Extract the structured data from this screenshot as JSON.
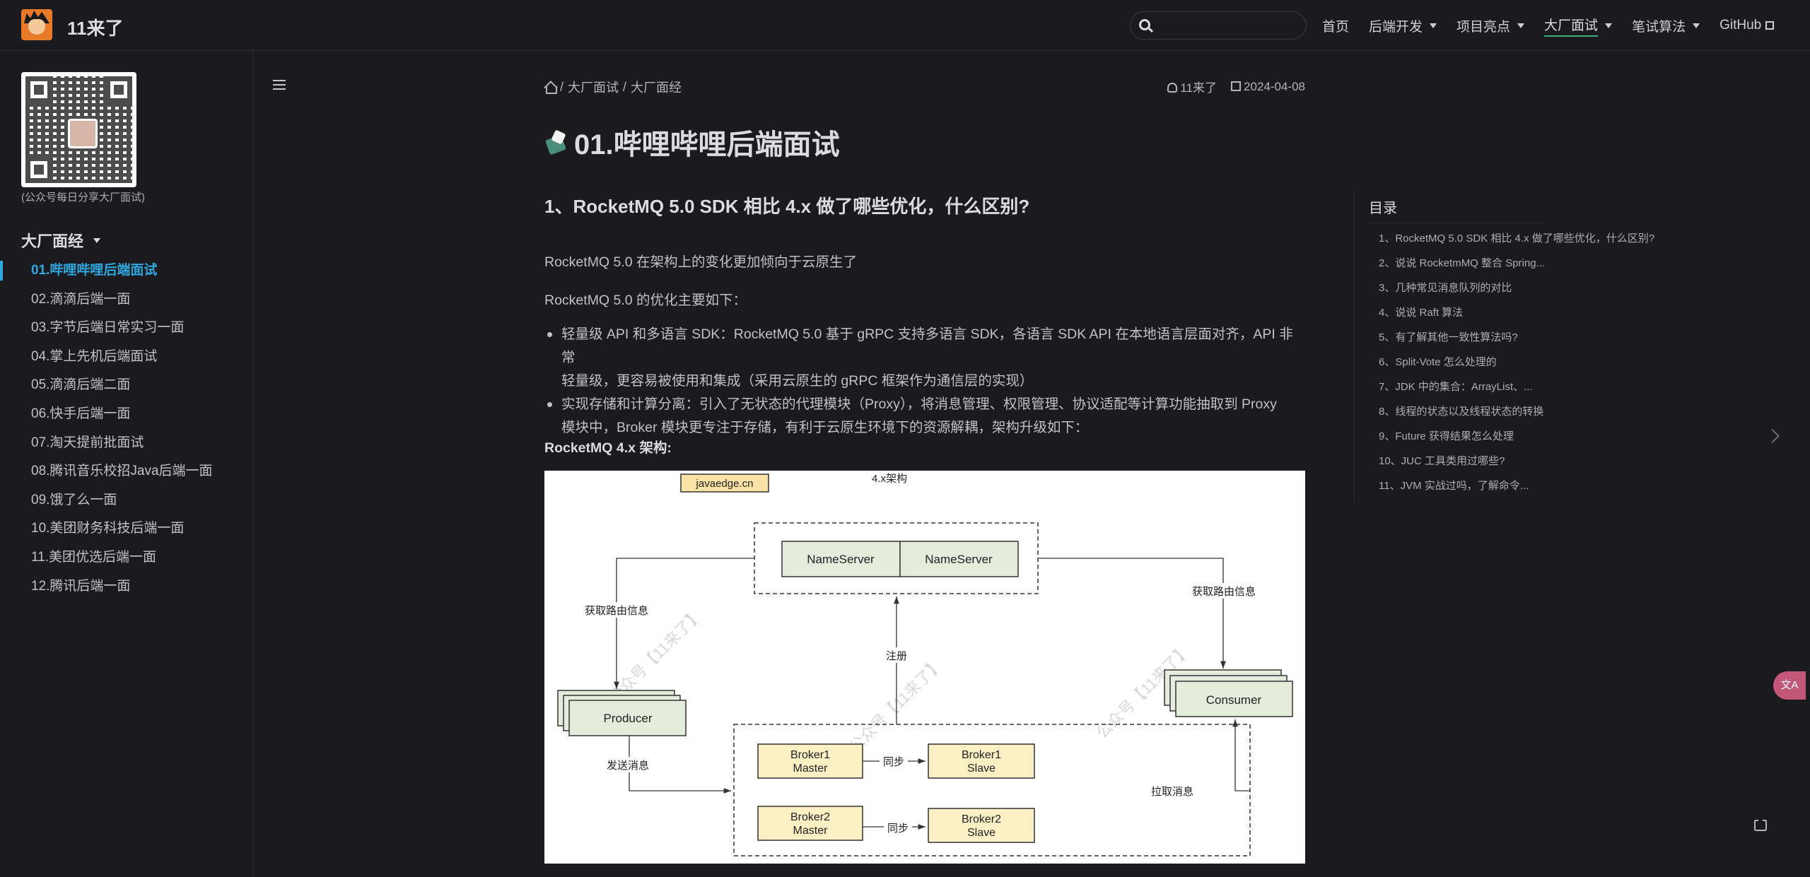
{
  "header": {
    "site_title": "11来了",
    "nav": [
      {
        "label": "首页",
        "has_dropdown": false
      },
      {
        "label": "后端开发",
        "has_dropdown": true
      },
      {
        "label": "项目亮点",
        "has_dropdown": true
      },
      {
        "label": "大厂面试",
        "has_dropdown": true,
        "active": true
      },
      {
        "label": "笔试算法",
        "has_dropdown": true
      },
      {
        "label": "GitHub",
        "external": true
      }
    ]
  },
  "sidebar": {
    "qr_caption": "(公众号每日分享大厂面试)",
    "group_title": "大厂面经",
    "items": [
      {
        "label": "01.哔哩哔哩后端面试",
        "active": true
      },
      {
        "label": "02.滴滴后端一面"
      },
      {
        "label": "03.字节后端日常实习一面"
      },
      {
        "label": "04.掌上先机后端面试"
      },
      {
        "label": "05.滴滴后端二面"
      },
      {
        "label": "06.快手后端一面"
      },
      {
        "label": "07.淘天提前批面试"
      },
      {
        "label": "08.腾讯音乐校招Java后端一面"
      },
      {
        "label": "09.饿了么一面"
      },
      {
        "label": "10.美团财务科技后端一面"
      },
      {
        "label": "11.美团优选后端一面"
      },
      {
        "label": "12.腾讯后端一面"
      }
    ]
  },
  "breadcrumb": {
    "sep": "/",
    "items": [
      "大厂面试",
      "大厂面经"
    ]
  },
  "meta": {
    "author": "11来了",
    "date": "2024-04-08"
  },
  "article": {
    "title": "01.哔哩哔哩后端面试",
    "h2": "1、RocketMQ 5.0 SDK 相比 4.x 做了哪些优化，什么区别?",
    "p1": "RocketMQ 5.0 在架构上的变化更加倾向于云原生了",
    "p2": "RocketMQ 5.0 的优化主要如下：",
    "bullets": [
      [
        "轻量级 API 和多语言 SDK：RocketMQ 5.0 基于 gRPC 支持多语言 SDK，各语言 SDK API 在本地语言层面对齐，API 非常",
        "轻量级，更容易被使用和集成（采用云原生的 gRPC 框架作为通信层的实现）"
      ],
      [
        "实现存储和计算分离：引入了无状态的代理模块（Proxy），将消息管理、权限管理、协议适配等计算功能抽取到 Proxy",
        "模块中，Broker 模块更专注于存储，有利于云原生环境下的资源解耦，架构升级如下："
      ]
    ],
    "bold_para": "RocketMQ 4.x 架构:"
  },
  "diagram": {
    "tag": "javaedge.cn",
    "title": "4.x架构",
    "nameserver_1": "NameServer",
    "nameserver_2": "NameServer",
    "producer": "Producer",
    "consumer": "Consumer",
    "broker1_master": [
      "Broker1",
      "Master"
    ],
    "broker1_slave": [
      "Broker1",
      "Slave"
    ],
    "broker2_master": [
      "Broker2",
      "Master"
    ],
    "broker2_slave": [
      "Broker2",
      "Slave"
    ],
    "label_route_left": "获取路由信息",
    "label_route_right": "获取路由信息",
    "label_register": "注册",
    "label_send": "发送消息",
    "label_pull": "拉取消息",
    "label_sync_1": "同步",
    "label_sync_2": "同步",
    "watermark": "公众号【11来了】"
  },
  "toc": {
    "title": "目录",
    "items": [
      "1、RocketMQ 5.0 SDK 相比 4.x 做了哪些优化，什么区别?",
      "2、说说 RocketmMQ 整合 Spring...",
      "3、几种常见消息队列的对比",
      "4、说说 Raft 算法",
      "5、有了解其他一致性算法吗?",
      "6、Split-Vote 怎么处理的",
      "7、JDK 中的集合：ArrayList、...",
      "8、线程的状态以及线程状态的转换",
      "9、Future 获得结果怎么处理",
      "10、JUC 工具类用过哪些?",
      "11、JVM 实战过吗，了解命令..."
    ]
  },
  "floating": {
    "translate_label": "文A"
  },
  "colors": {
    "accent": "#2ea9df",
    "nav_underline": "#3eaf7c",
    "bg": "#1b1b1f"
  }
}
